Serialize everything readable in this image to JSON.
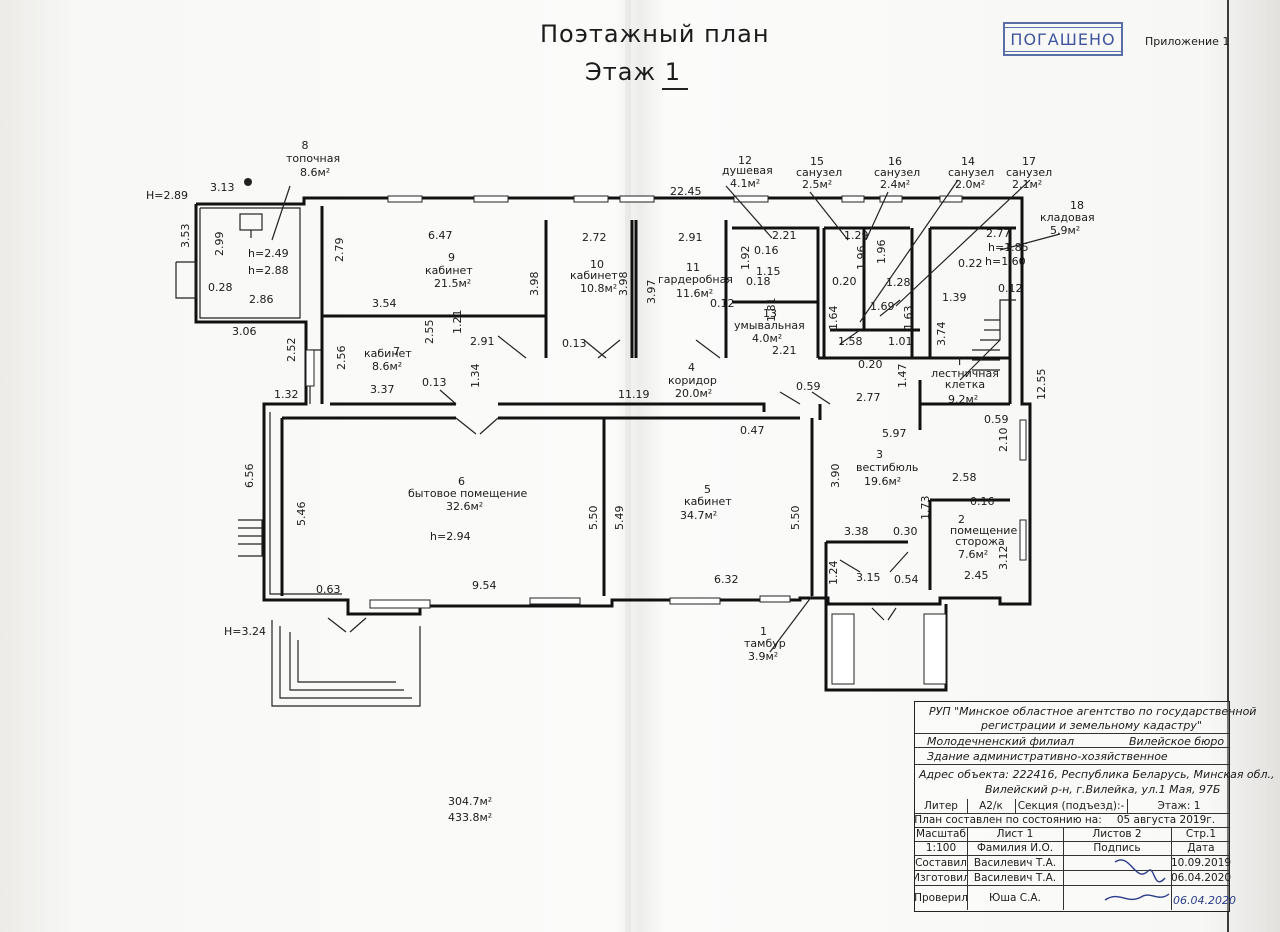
{
  "header": {
    "title_line1": "Поэтажный план",
    "title_line2": "Этаж 1",
    "stamp": "ПОГАШЕНО",
    "appendix": "Приложение 1"
  },
  "rooms": [
    {
      "num": "1",
      "name": "тамбур",
      "area": "3.9м²"
    },
    {
      "num": "2",
      "name": "помещение сторожа",
      "area": "7.6м²"
    },
    {
      "num": "3",
      "name": "вестибюль",
      "area": "19.6м²"
    },
    {
      "num": "4",
      "name": "коридор",
      "area": "20.0м²"
    },
    {
      "num": "5",
      "name": "кабинет",
      "area": "34.7м²"
    },
    {
      "num": "6",
      "name": "бытовое помещение",
      "area": "32.6м²",
      "height": "h=2.94"
    },
    {
      "num": "7",
      "name": "кабинет",
      "area": "8.6м²"
    },
    {
      "num": "8",
      "name": "топочная",
      "area": "8.6м²",
      "h1": "h=2.49",
      "h2": "h=2.88"
    },
    {
      "num": "9",
      "name": "кабинет",
      "area": "21.5м²"
    },
    {
      "num": "10",
      "name": "кабинет",
      "area": "10.8м²"
    },
    {
      "num": "11",
      "name": "гардеробная",
      "area": "11.6м²"
    },
    {
      "num": "12",
      "name": "душевая",
      "area": "4.1м²"
    },
    {
      "num": "13",
      "name": "умывальная",
      "area": "4.0м²"
    },
    {
      "num": "14",
      "name": "санузел",
      "area": "2.0м²"
    },
    {
      "num": "15",
      "name": "санузел",
      "area": "2.5м²"
    },
    {
      "num": "16",
      "name": "санузел",
      "area": "2.4м²"
    },
    {
      "num": "17",
      "name": "санузел",
      "area": "2.1м²"
    },
    {
      "num": "18",
      "name": "кладовая",
      "area": "5.9м²",
      "h1": "h=1.85",
      "h2": "h=1.60"
    },
    {
      "num": "I",
      "name": "лестничная клетка",
      "area": "9.2м²"
    }
  ],
  "dims": {
    "H1": "H=2.89",
    "H2": "H=3.24",
    "d313": "3.13",
    "d353": "3.53",
    "d299": "2.99",
    "d028": "0.28",
    "d286": "2.86",
    "d306": "3.06",
    "d2245": "22.45",
    "d279": "2.79",
    "d647": "6.47",
    "d272": "2.72",
    "d291a": "2.91",
    "d221a": "2.21",
    "d398a": "3.98",
    "d398b": "3.98",
    "d397": "3.97",
    "d354": "3.54",
    "d121": "1.21",
    "d291b": "2.91",
    "d255": "2.55",
    "d256": "2.56",
    "d252": "2.52",
    "d337": "3.37",
    "d013a": "0.13",
    "d134": "1.34",
    "d013b": "0.13",
    "d132": "1.32",
    "d1119": "11.19",
    "d047": "0.47",
    "d059a": "0.59",
    "d277a": "2.77",
    "d597": "5.97",
    "d016a": "0.16",
    "d192": "1.92",
    "d115": "1.15",
    "d018": "0.18",
    "d181": "1.81",
    "d012a": "0.12",
    "d221b": "2.21",
    "d129": "1.29",
    "d196a": "1.96",
    "d196b": "1.96",
    "d020a": "0.20",
    "d128": "1.28",
    "d169": "1.69",
    "d164": "1.64",
    "d158": "1.58",
    "d163": "1.63",
    "d101": "1.01",
    "d020b": "0.20",
    "d022": "0.22",
    "d139": "1.39",
    "d277b": "2.77",
    "d012b": "0.12",
    "d374": "3.74",
    "d147": "1.47",
    "d1255": "12.55",
    "d059b": "0.59",
    "d210": "2.10",
    "d656": "6.56",
    "d546": "5.46",
    "d550a": "5.50",
    "d549": "5.49",
    "d550b": "5.50",
    "d390": "3.90",
    "d258": "2.58",
    "d016b": "0.16",
    "d173": "1.73",
    "d338": "3.38",
    "d030": "0.30",
    "d312": "3.12",
    "d245": "2.45",
    "d124": "1.24",
    "d315": "3.15",
    "d054": "0.54",
    "d063": "0.63",
    "d954": "9.54",
    "d632": "6.32"
  },
  "totals": {
    "area_main": "304.7м²",
    "area_total": "433.8м²"
  },
  "title_block": {
    "org_line1": "РУП \"Минское областное агентство по государственной",
    "org_line2": "регистрации и земельному кадастру\"",
    "branch": "Молодечненский   филиал",
    "bureau": "Вилейское бюро",
    "building": "Здание административно-хозяйственное",
    "addr_line1": "Адрес объекта: 222416, Республика Беларусь, Минская обл.,",
    "addr_line2": "Вилейский р-н, г.Вилейка, ул.1 Мая, 97Б",
    "liter_label": "Литер",
    "liter_value": "А2/к",
    "section": "Секция (подъезд):-",
    "floor": "Этаж:  1",
    "state_label": "План составлен по состоянию на:",
    "state_date": "05 августа 2019г.",
    "scale_label": "Масштаб",
    "sheet": "Лист 1",
    "sheets": "Листов  2",
    "page": "Стр.1",
    "scale_value": "1:100",
    "name_col": "Фамилия И.О.",
    "sign_col": "Подпись",
    "date_col": "Дата",
    "compiled_label": "Составил",
    "compiled_name": "Василевич Т.А.",
    "compiled_date": "10.09.2019",
    "produced_label": "Изготовил",
    "produced_name": "Василевич Т.А.",
    "produced_date": "06.04.2020",
    "checked_label": "Проверил",
    "checked_name": "Юша С.А.",
    "hand_date": "06.04.2020"
  }
}
